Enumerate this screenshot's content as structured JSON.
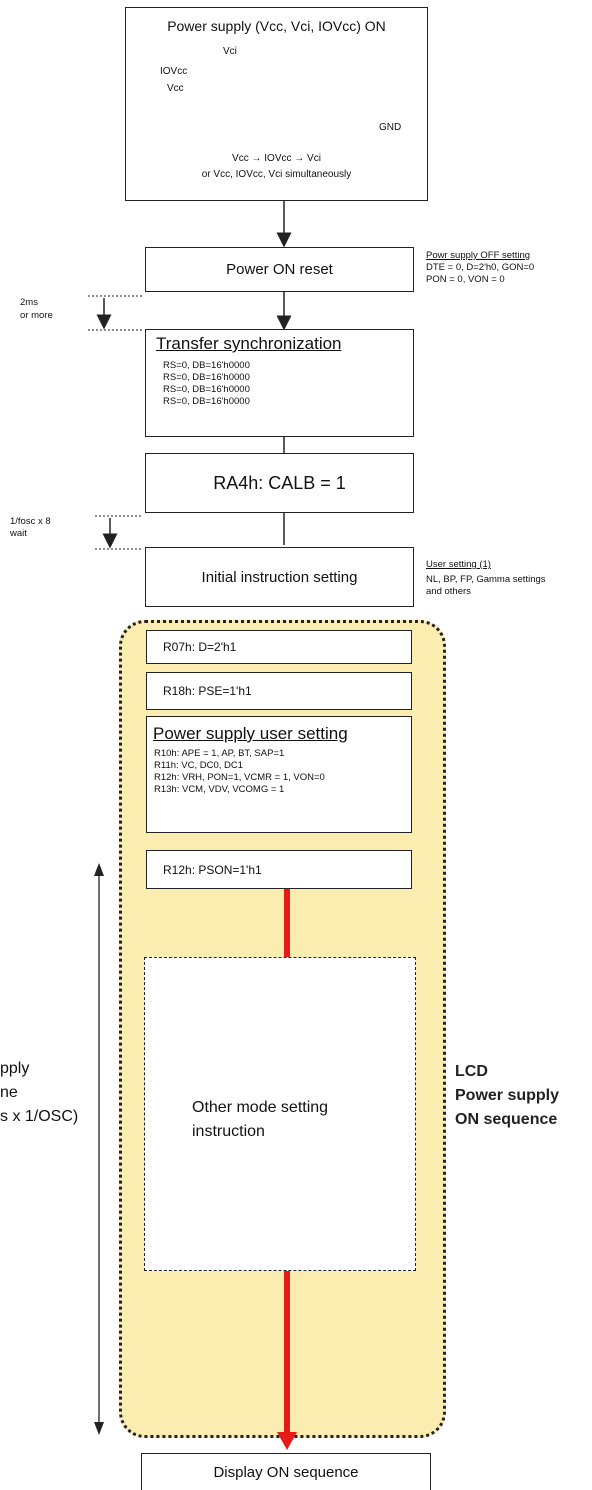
{
  "power_box": {
    "title": "Power supply (Vcc, Vci, IOVcc) ON",
    "label_vci": "Vci",
    "label_iovcc": "IOVcc",
    "label_vcc": "Vcc",
    "label_gnd": "GND",
    "sequence_line1": "Vcc → IOVcc → Vci",
    "sequence_line2": "or Vcc, IOVcc, Vci simultaneously"
  },
  "power_on_reset": {
    "label": "Power ON reset",
    "note_title": "Powr supply OFF setting",
    "note_line1": "DTE = 0, D=2'h0, GON=0",
    "note_line2": "PON = 0, VON = 0"
  },
  "wait1": {
    "line1": "2ms",
    "line2": "or more"
  },
  "transfer_sync": {
    "title": "Transfer synchronization",
    "lines": [
      "RS=0, DB=16'h0000",
      "RS=0, DB=16'h0000",
      "RS=0, DB=16'h0000",
      "RS=0, DB=16'h0000"
    ]
  },
  "calb": {
    "label": "RA4h: CALB = 1"
  },
  "wait2": {
    "line1": "1/fosc x 8",
    "line2": "wait"
  },
  "initial": {
    "label": "Initial instruction setting",
    "note_title": "User setting (1)",
    "note_line1": "NL, BP, FP, Gamma settings",
    "note_line2": "and others"
  },
  "r07": {
    "label": "R07h: D=2'h1"
  },
  "r18": {
    "label": "R18h: PSE=1'h1"
  },
  "power_user": {
    "title": "Power supply user setting",
    "lines": [
      "R10h: APE = 1, AP, BT, SAP=1",
      "R11h: VC, DC0, DC1",
      "R12h: VRH, PON=1, VCMR = 1, VON=0",
      "R13h: VCM, VDV, VCOMG = 1"
    ]
  },
  "r12": {
    "label": "R12h: PSON=1'h1"
  },
  "other_mode": {
    "line1": "Other mode setting",
    "line2": "instruction"
  },
  "lcd_label": {
    "line1": "LCD",
    "line2": "Power supply",
    "line3": "ON sequence"
  },
  "left_label": {
    "line1": "pply",
    "line2": "ne",
    "line3": "s x 1/OSC)"
  },
  "display_on": {
    "label": "Display ON sequence"
  },
  "colors": {
    "region_fill": "#fbedb0",
    "arrow_red": "#e41b17",
    "line": "#222222"
  }
}
